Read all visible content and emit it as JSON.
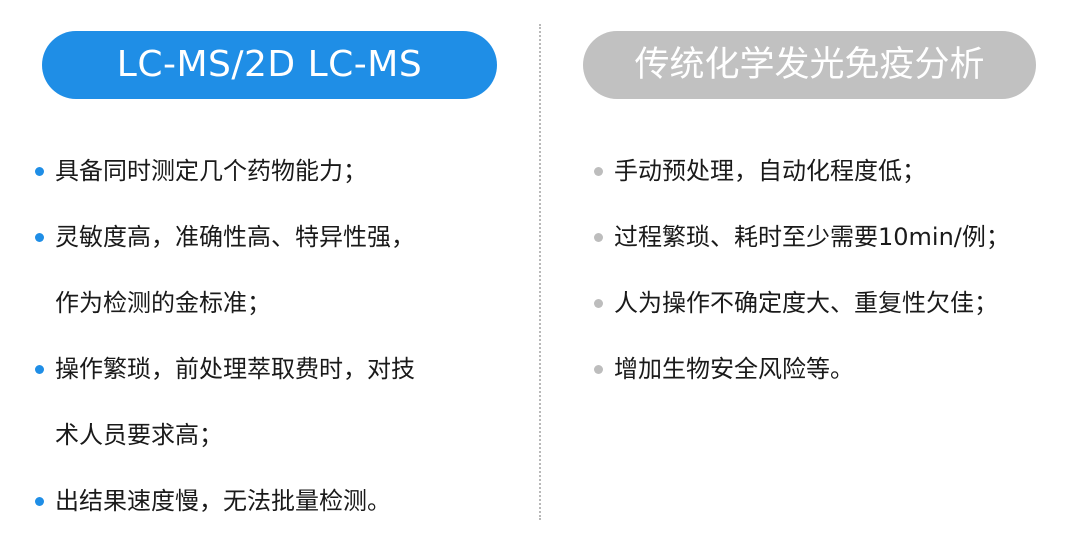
{
  "left": {
    "title": "LC-MS/2D LC-MS",
    "items": [
      {
        "lines": [
          "具备同时测定几个药物能力；"
        ]
      },
      {
        "lines": [
          "灵敏度高，准确性高、特异性强，",
          "作为检测的金标准；"
        ]
      },
      {
        "lines": [
          "操作繁琐，前处理萃取费时，对技",
          "术人员要求高；"
        ]
      },
      {
        "lines": [
          "出结果速度慢，无法批量检测。"
        ]
      }
    ]
  },
  "right": {
    "title": "传统化学发光免疫分析",
    "items": [
      {
        "lines": [
          "手动预处理，自动化程度低；"
        ]
      },
      {
        "lines": [
          "过程繁琐、耗时至少需要10min/例；"
        ]
      },
      {
        "lines": [
          "人为操作不确定度大、重复性欠佳；"
        ]
      },
      {
        "lines": [
          "增加生物安全风险等。"
        ]
      }
    ]
  },
  "colors": {
    "left_accent": "#1f8ee6",
    "right_accent": "#c1c1c1",
    "right_bullet": "#bdbdbd",
    "text": "#1a1a1a",
    "divider": "#b9b9b9"
  }
}
